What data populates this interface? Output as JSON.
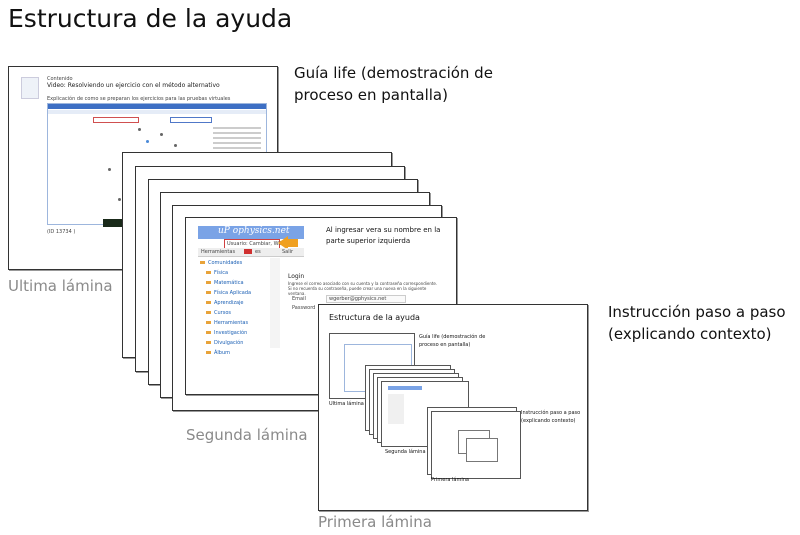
{
  "title": "Estructura de la ayuda",
  "captions": {
    "guia_life": "Guía life (demostración de proceso en pantalla)",
    "ultima": "Ultima lámina",
    "segunda": "Segunda lámina",
    "instruccion": "Instrucción paso a paso (explicando contexto)",
    "primera": "Primera lámina"
  },
  "last_slide": {
    "header": "Contenido",
    "video_title": "Video: Resolviendo un ejercicio con el método alternativo",
    "subtitle": "Explicación de como se preparan los ejercicios para las pruebas virtuales",
    "footer_code": "(ID 13734 )"
  },
  "second_slide": {
    "logo": "uP ophysics.net",
    "user_label": "Usuario: Cambiar, Willy",
    "toolbar": {
      "tools": "Herramientas",
      "lang": "es",
      "exit": "Salir"
    },
    "callout": "Al ingresar vera su nombre en la parte superior izquierda",
    "nav_items": [
      "Comunidades",
      "Física",
      "Matemática",
      "Física Aplicada",
      "Aprendizaje",
      "Cursos",
      "Herramientas",
      "Investigación",
      "Divulgación",
      "Álbum"
    ],
    "login": {
      "title": "Login",
      "text": "Ingrese el correo asociado con su cuenta y la contraseña correspondiente. Si no recuerda su contraseña, puede crear una nueva en la siguiente ventana.",
      "email_label": "Email",
      "email_value": "wgerber@gphysics.net",
      "password_label": "Password"
    }
  },
  "first_slide": {
    "title": "Estructura de la ayuda",
    "guia": "Guía life (demostración de proceso en pantalla)",
    "instruccion": "Instrucción paso a paso (explicando contexto)",
    "ultima": "Ultima lámina",
    "segunda": "Segunda lámina",
    "primera": "Primera lámina"
  }
}
